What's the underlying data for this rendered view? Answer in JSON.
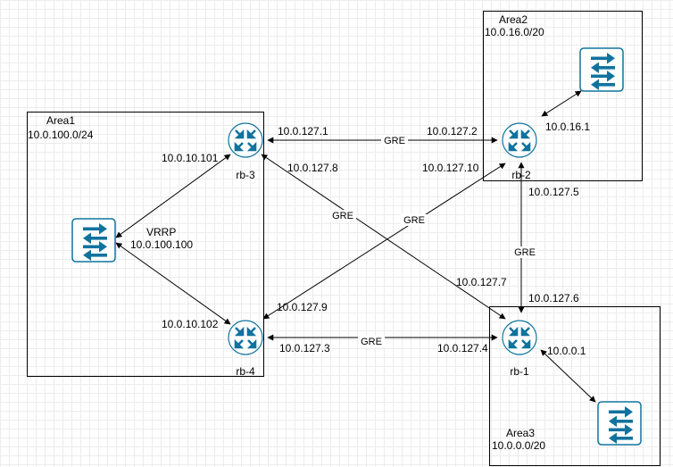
{
  "colors": {
    "icon": "#10739e",
    "line": "#000000",
    "grid": "#ececec"
  },
  "areas": [
    {
      "id": "area1",
      "name": "Area1",
      "subnet": "10.0.100.0/24"
    },
    {
      "id": "area2",
      "name": "Area2",
      "subnet": "10.0.16.0/20"
    },
    {
      "id": "area3",
      "name": "Area3",
      "subnet": "10.0.0.0/20"
    }
  ],
  "routers": [
    {
      "id": "rb-3",
      "label": "rb-3",
      "icon": "router-icon"
    },
    {
      "id": "rb-2",
      "label": "rb-2",
      "icon": "router-icon"
    },
    {
      "id": "rb-4",
      "label": "rb-4",
      "icon": "router-icon"
    },
    {
      "id": "rb-1",
      "label": "rb-1",
      "icon": "router-icon"
    }
  ],
  "switches": [
    {
      "id": "sw-area1",
      "icon": "switch-icon"
    },
    {
      "id": "sw-area2",
      "icon": "switch-icon"
    },
    {
      "id": "sw-area3",
      "icon": "switch-icon"
    }
  ],
  "vrrp": {
    "label": "VRRP",
    "address": "10.0.100.100"
  },
  "links": [
    {
      "id": "rb3-rb2",
      "type": "GRE",
      "a": "10.0.127.1",
      "b": "10.0.127.2"
    },
    {
      "id": "rb3-rb1",
      "type": "GRE",
      "a": "10.0.127.8",
      "b": "10.0.127.7"
    },
    {
      "id": "rb2-rb4",
      "type": "GRE",
      "a": "10.0.127.10",
      "b": "10.0.127.9"
    },
    {
      "id": "rb2-rb1",
      "type": "GRE",
      "a": "10.0.127.5",
      "b": "10.0.127.6"
    },
    {
      "id": "rb4-rb1",
      "type": "GRE",
      "a": "10.0.127.3",
      "b": "10.0.127.4"
    },
    {
      "id": "sw1-rb3",
      "a": "10.0.10.101"
    },
    {
      "id": "sw1-rb4",
      "a": "10.0.10.102"
    },
    {
      "id": "rb2-sw2",
      "a": "10.0.16.1"
    },
    {
      "id": "rb1-sw3",
      "a": "10.0.0.1"
    }
  ]
}
